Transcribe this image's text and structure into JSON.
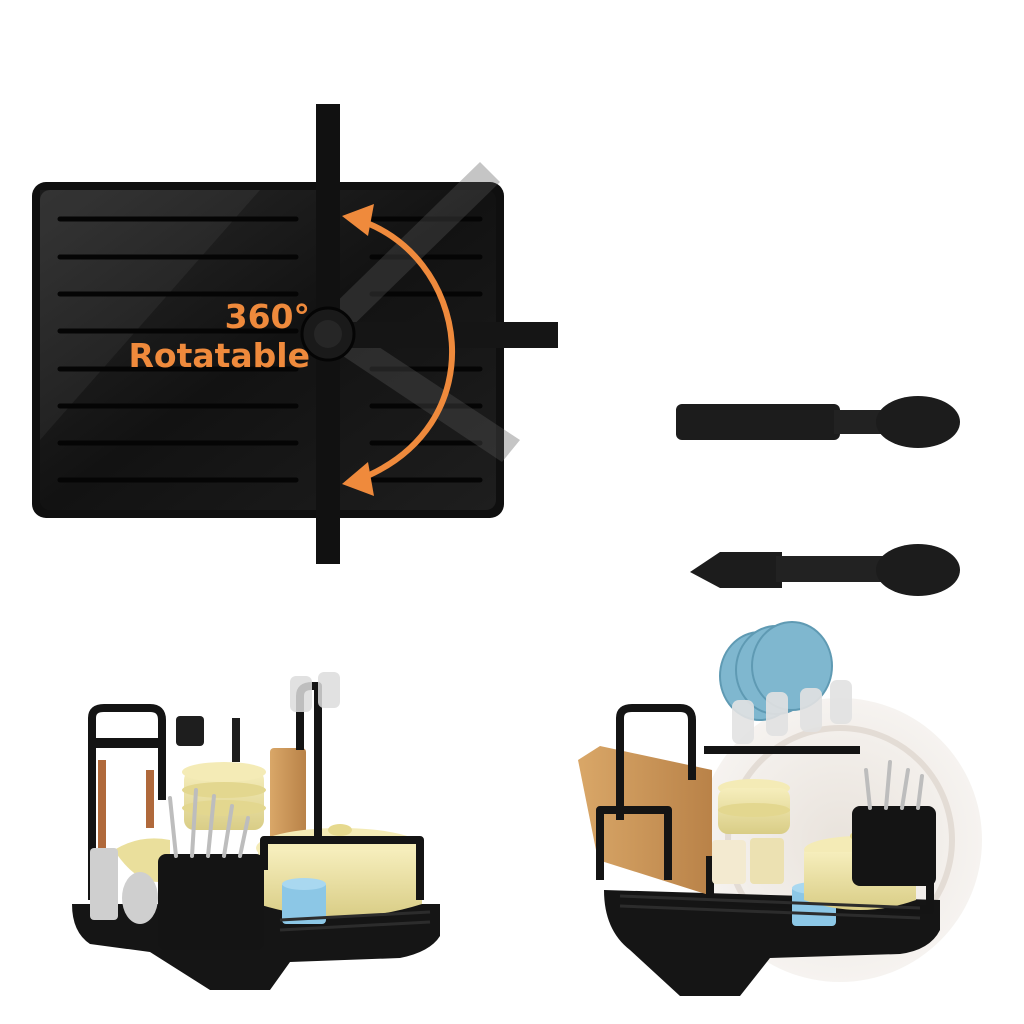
{
  "callout": {
    "degrees": "360°",
    "word": "Rotatable"
  },
  "colors": {
    "accent": "#ef8a3c",
    "rack": "#141414",
    "tray": "#1b1b1b",
    "pot": "#efe4a6",
    "cup": "#8cc7e6",
    "plate": "#7fb7cf",
    "board": "#c9935a",
    "background": "#ffffff"
  },
  "icons": {
    "rotate": "curved-double-arrow-icon",
    "spout": "drain-spout",
    "wrench": "adjustment-tool"
  }
}
